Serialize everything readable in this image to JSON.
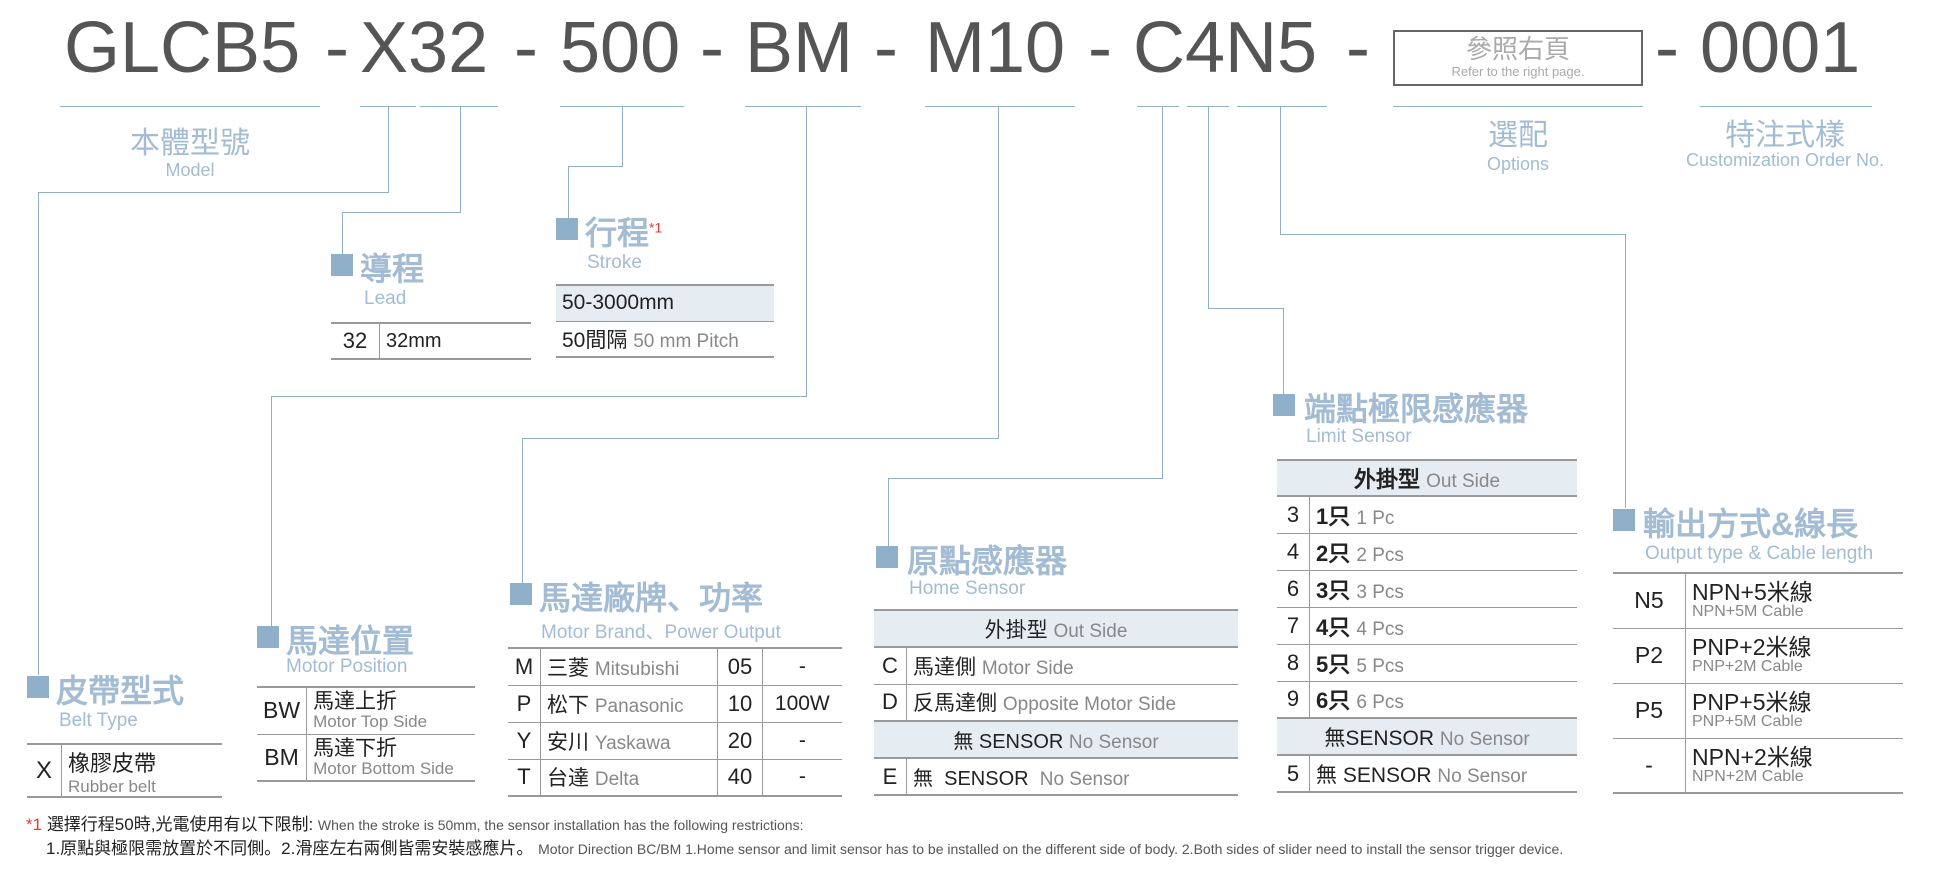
{
  "code": {
    "parts": [
      "GLCB5",
      "X32",
      "500",
      "BM",
      "M10",
      "C4N5",
      "0001"
    ],
    "dash": "-",
    "options_box_cn": "參照右頁",
    "options_box_en": "Refer to the right page."
  },
  "labels": {
    "model_cn": "本體型號",
    "model_en": "Model",
    "options_cn": "選配",
    "options_en": "Options",
    "custom_cn": "特注式樣",
    "custom_en": "Customization Order No."
  },
  "lead": {
    "title": "導程",
    "sub": "Lead",
    "rows": [
      {
        "code": "32",
        "value": "32mm"
      }
    ]
  },
  "stroke": {
    "title": "行程",
    "mark": "*1",
    "sub": "Stroke",
    "range": "50-3000mm",
    "pitch_cn": "50間隔",
    "pitch_en": "50 mm Pitch"
  },
  "belt": {
    "title": "皮帶型式",
    "sub": "Belt Type",
    "rows": [
      {
        "code": "X",
        "cn": "橡膠皮帶",
        "en": "Rubber belt"
      }
    ]
  },
  "motor_position": {
    "title": "馬達位置",
    "sub": "Motor Position",
    "rows": [
      {
        "code": "BW",
        "cn": "馬達上折",
        "en": "Motor Top Side"
      },
      {
        "code": "BM",
        "cn": "馬達下折",
        "en": "Motor Bottom Side"
      }
    ]
  },
  "motor_brand": {
    "title": "馬達廠牌、功率",
    "sub": "Motor Brand、Power Output",
    "rows": [
      {
        "code": "M",
        "cn": "三菱",
        "en": "Mitsubishi",
        "pcode": "05",
        "power": "-"
      },
      {
        "code": "P",
        "cn": "松下",
        "en": "Panasonic",
        "pcode": "10",
        "power": "100W"
      },
      {
        "code": "Y",
        "cn": "安川",
        "en": "Yaskawa",
        "pcode": "20",
        "power": "-"
      },
      {
        "code": "T",
        "cn": "台達",
        "en": "Delta",
        "pcode": "40",
        "power": "-"
      }
    ]
  },
  "home_sensor": {
    "title": "原點感應器",
    "sub": "Home Sensor",
    "header_cn": "外掛型",
    "header_en": "Out Side",
    "rows": [
      {
        "code": "C",
        "cn": "馬達側",
        "en": "Motor Side"
      },
      {
        "code": "D",
        "cn": "反馬達側",
        "en": "Opposite Motor Side"
      }
    ],
    "none_cn": "無",
    "none_sensor": "SENSOR",
    "none_en": "No Sensor",
    "last": {
      "code": "E",
      "cn": "無",
      "sensor": "SENSOR",
      "en": "No Sensor"
    }
  },
  "limit_sensor": {
    "title": "端點極限感應器",
    "sub": "Limit Sensor",
    "header_cn": "外掛型",
    "header_en": "Out Side",
    "rows": [
      {
        "code": "3",
        "cn": "1只",
        "en": "1 Pc"
      },
      {
        "code": "4",
        "cn": "2只",
        "en": "2 Pcs"
      },
      {
        "code": "6",
        "cn": "3只",
        "en": "3 Pcs"
      },
      {
        "code": "7",
        "cn": "4只",
        "en": "4 Pcs"
      },
      {
        "code": "8",
        "cn": "5只",
        "en": "5 Pcs"
      },
      {
        "code": "9",
        "cn": "6只",
        "en": "6 Pcs"
      }
    ],
    "none_cn": "無",
    "none_sensor": "SENSOR",
    "none_en": "No Sensor",
    "last": {
      "code": "5",
      "cn": "無",
      "sensor": "SENSOR",
      "en": "No Sensor"
    }
  },
  "output": {
    "title": "輸出方式&線長",
    "sub": "Output type & Cable length",
    "rows": [
      {
        "code": "N5",
        "cn": "NPN+5米線",
        "en": "NPN+5M Cable"
      },
      {
        "code": "P2",
        "cn": "PNP+2米線",
        "en": "PNP+2M Cable"
      },
      {
        "code": "P5",
        "cn": "PNP+5米線",
        "en": "PNP+5M Cable"
      },
      {
        "code": "-",
        "cn": "NPN+2米線",
        "en": "NPN+2M Cable"
      }
    ]
  },
  "notes": {
    "mark": "*1",
    "line1_cn": "選擇行程50時,光電使用有以下限制:",
    "line1_en": "When the stroke is 50mm, the sensor installation has  the following restrictions:",
    "line2_cn": "1.原點與極限需放置於不同側。2.滑座左右兩側皆需安裝感應片。",
    "line2_en": "Motor Direction BC/BM 1.Home sensor and limit sensor has to be installed on the different side of body.  2.Both sides of slider need to install the sensor trigger device."
  }
}
